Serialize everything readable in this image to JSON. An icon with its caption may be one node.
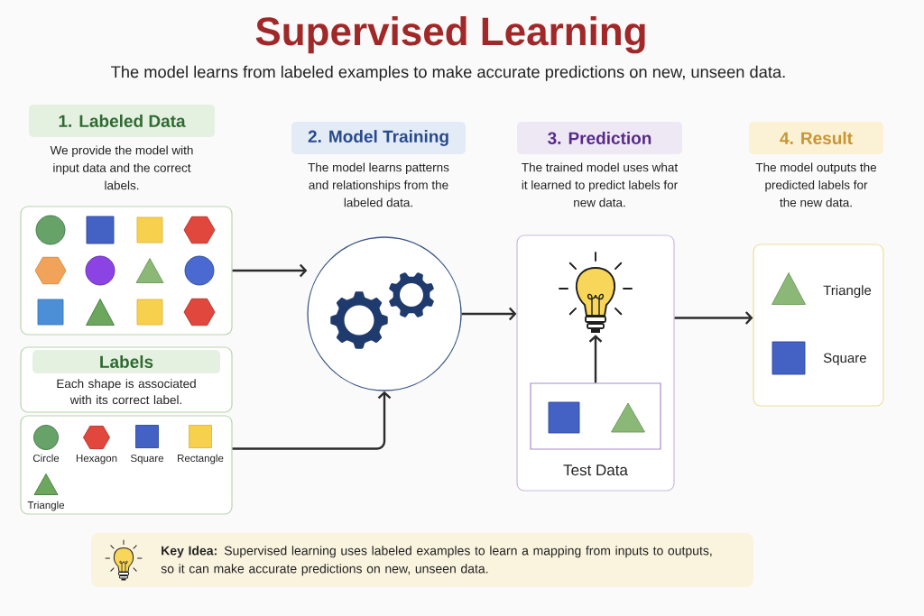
{
  "diagram": {
    "title": "Supervised Learning",
    "nodes": [
      {
        "text": [
          "1. Labeled Data"
        ],
        "beside": [
          "We provide the model with input data and the correct labels."
        ]
      },
      {
        "text": [],
        "shape": "box"
      },
      {
        "text": [
          "Each shape is associated with its correct label."
        ]
      },
      {
        "text": [
          "Labels"
        ],
        "in": 2
      },
      {
        "text": [
          "Circle",
          "Hexagon",
          "Square",
          "Rectangle",
          "Triangle"
        ]
      },
      {
        "text": [
          "2. Model Training"
        ],
        "beside": [
          "The model learns patterns and relationships from the labeled data."
        ]
      },
      {
        "text": [],
        "shape": "circle"
      },
      {
        "text": [
          "3. Prediction"
        ],
        "beside": [
          "The trained model uses what it learned to predict labels for new data."
        ]
      },
      {
        "text": [],
        "shape": "box"
      },
      {
        "text": [],
        "shape": "picture",
        "in": 8
      },
      {
        "text": [
          "Test Data"
        ],
        "in": 8
      },
      {
        "text": [
          "4. Result"
        ],
        "beside": [
          "The model outputs the predicted labels for the new data."
        ]
      },
      {
        "text": [
          "Triangle",
          "Square"
        ]
      },
      {
        "text": [
          "**Key Idea:** Supervised learning uses labeled examples to learn a mapping from inputs to outputs, so it can make accurate predictions on new, unseen data."
        ]
      }
    ],
    "edges": [
      {
        "from": 1,
        "to": 6,
        "arrow": "to"
      },
      {
        "from": 4,
        "to": 6,
        "arrow": "to"
      },
      {
        "from": 6,
        "to": 8,
        "arrow": "to"
      },
      {
        "from": 10,
        "to": 9,
        "arrow": "to"
      },
      {
        "from": 8,
        "to": 12,
        "arrow": "to"
      }
    ],
    "labels": [
      "The model learns from labeled examples to make accurate predictions on new, unseen data."
    ]
  }
}
